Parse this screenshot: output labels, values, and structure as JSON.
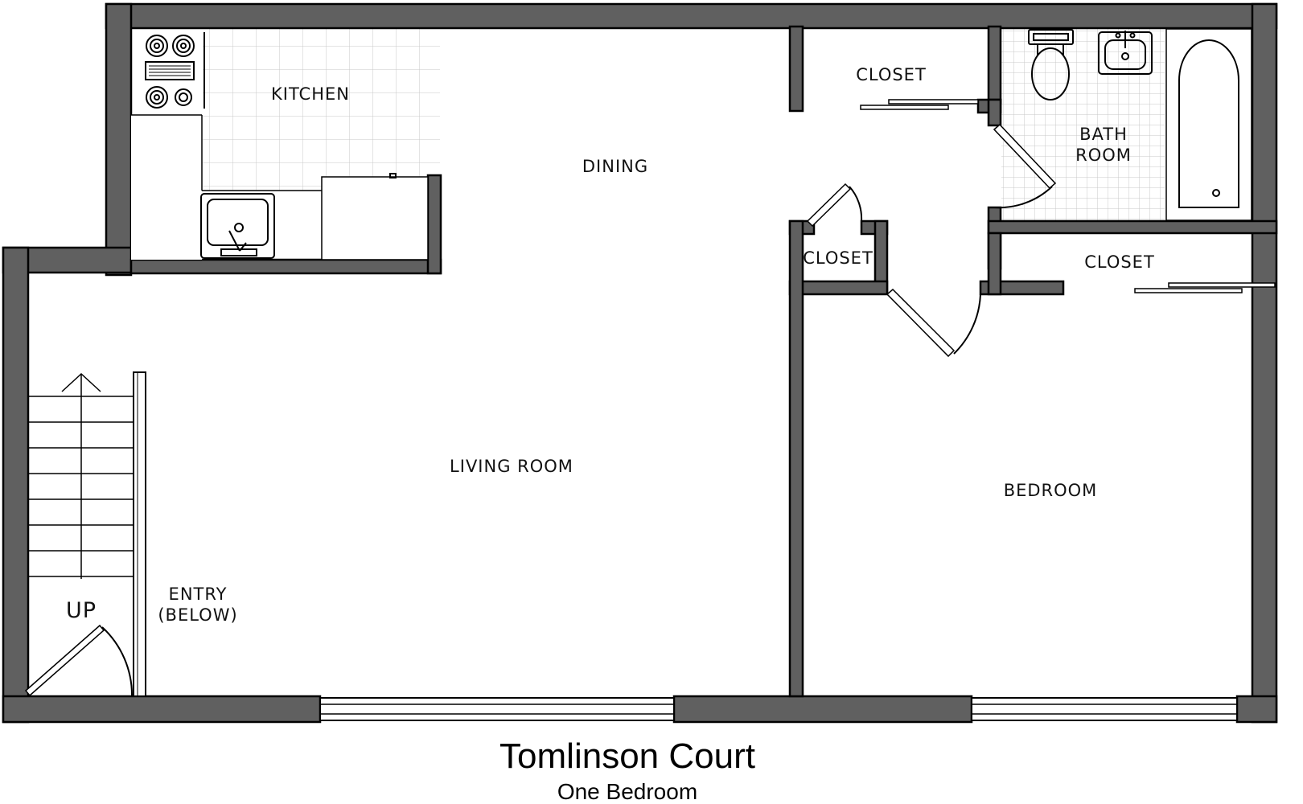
{
  "rooms": {
    "kitchen": "KITCHEN",
    "dining": "DINING",
    "closet_top": "CLOSET",
    "bathroom_line1": "BATH",
    "bathroom_line2": "ROOM",
    "closet_middle": "CLOSET",
    "closet_bedroom": "CLOSET",
    "living_room": "LIVING ROOM",
    "bedroom": "BEDROOM",
    "entry_line1": "ENTRY",
    "entry_line2": "(BELOW)",
    "stairs": "UP"
  },
  "caption": {
    "title": "Tomlinson Court",
    "subtitle": "One Bedroom"
  },
  "colors": {
    "wall": "#606060",
    "line": "#000000",
    "tile": "#c8c8c8"
  }
}
